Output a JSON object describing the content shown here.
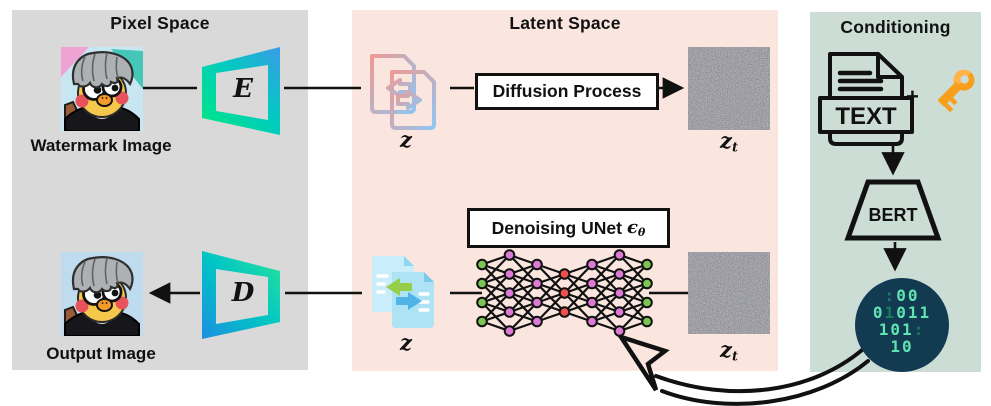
{
  "panels": {
    "pixel_space": {
      "title": "Pixel Space",
      "bg": "#D9D9D9"
    },
    "latent_space": {
      "title": "Latent Space",
      "bg": "#FAE6DE"
    },
    "conditioning": {
      "title": "Conditioning",
      "bg": "#CBDDD5"
    }
  },
  "pixel_space": {
    "watermark_image_label": "Watermark Image",
    "output_image_label": "Output Image",
    "encoder_glyph": "E",
    "decoder_glyph": "D"
  },
  "latent_space": {
    "latent_top_label": "z",
    "latent_bottom_label": "z",
    "noisy_latent_base": "z",
    "noisy_latent_sub": "t",
    "diffusion_process_label": "Diffusion Process",
    "denoising_unet_label": "Denoising UNet",
    "denoising_symbol": "ϵ",
    "denoising_symbol_sub": "θ"
  },
  "conditioning": {
    "text_file_label": "TEXT",
    "plus_sign": "+",
    "encoder_label": "BERT",
    "key_color": "#F9A825"
  },
  "binary_circle": {
    "bg": "#123B52",
    "colors": {
      "light": "#5FE3B2",
      "dark": "#1A7A5E"
    },
    "rows": [
      [
        {
          "t": ":",
          "c": "dark"
        },
        {
          "t": "00",
          "c": "light"
        }
      ],
      [
        {
          "t": "0",
          "c": "light"
        },
        {
          "t": "1",
          "c": "dark"
        },
        {
          "t": "011",
          "c": "light"
        }
      ],
      [
        {
          "t": "101",
          "c": "light"
        },
        {
          "t": ":",
          "c": "dark"
        }
      ],
      [
        {
          "t": "10",
          "c": "light"
        }
      ]
    ]
  },
  "unet": {
    "node_colors": {
      "io": "#7CC553",
      "hidden": "#DC7AD5",
      "bottleneck": "#F0504E"
    },
    "layers": [
      {
        "size": 4,
        "color": "io"
      },
      {
        "size": 5,
        "color": "hidden"
      },
      {
        "size": 4,
        "color": "hidden"
      },
      {
        "size": 3,
        "color": "bottleneck"
      },
      {
        "size": 4,
        "color": "hidden"
      },
      {
        "size": 5,
        "color": "hidden"
      },
      {
        "size": 4,
        "color": "io"
      }
    ]
  }
}
